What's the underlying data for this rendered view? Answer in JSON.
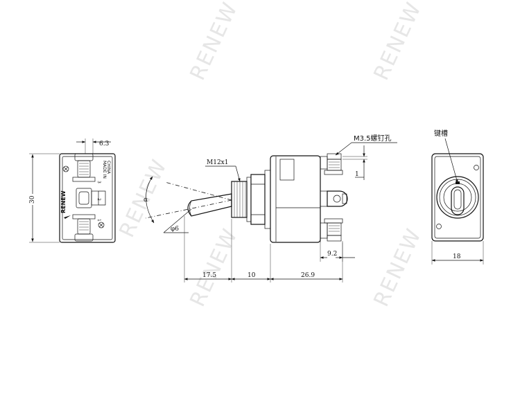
{
  "watermark": {
    "text": "RENEW"
  },
  "side_view": {
    "brand": "RENEW",
    "made_in": "MADE IN",
    "country": "CHINA",
    "terminals": [
      "3",
      "2",
      "1"
    ],
    "dim_width": "6.3",
    "dim_height": "30"
  },
  "front_view": {
    "thread_label": "M12x1",
    "screw_label": "M3.5螺钉孔",
    "angle_label": "α",
    "diameter_label": "φ6",
    "dim_screw_offset": "1",
    "dim_lever": "17.5",
    "dim_bushing": "10",
    "dim_body": "26.9",
    "dim_terminal": "9.2"
  },
  "top_view": {
    "keyway_label": "键槽",
    "dim_width": "18"
  }
}
